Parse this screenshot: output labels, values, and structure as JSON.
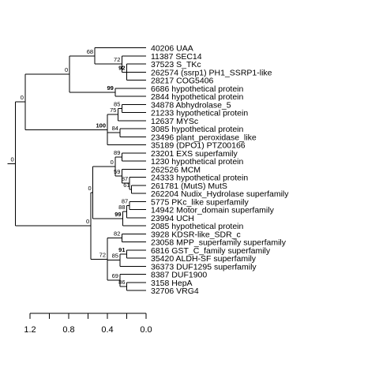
{
  "tree": {
    "leaves": [
      "40206 UAA",
      "11387 SEC14",
      "37523 S_TKc",
      "262574 (ssrp1) PH1_SSRP1-like",
      "28217 COG5406",
      "6686 hypothetical protein",
      "2844 hypothetical protein",
      "34878 Abhydrolase_5",
      "21233 hypothetical protein",
      "12637 MYSc",
      "3085 hypothetical protein",
      "23496 plant_peroxidase_like",
      "35189 (DPO1) PTZ00166",
      "23201 EXS superfamily",
      "1230 hypothetical protein",
      "262526 MCM",
      "24333 hypothetical protein",
      "261781 (MutS) MutS",
      "262204 Nudix_Hydrolase superfamily",
      "5775 PKc_like superfamily",
      "14942 Motor_domain superfamily",
      "23994 UCH",
      "2085 hypothetical protein",
      "3928 KDSR-like_SDR_c",
      "23058 MPP_superfamily superfamily",
      "6816 GST_C_family superfamily",
      "35420 ALDH-SF superfamily",
      "36373 DUF1295 superfamily",
      "8387 DUF1900",
      "3158 HepA",
      "32706 VRG4"
    ],
    "root": {
      "id": "root",
      "x": 1.35,
      "support": "0",
      "children": [
        {
          "id": "A",
          "x": 1.25,
          "support": "0",
          "children": [
            {
              "id": "A1",
              "x": 0.79,
              "support": "0",
              "children": [
                {
                  "id": "A1a",
                  "x": 0.53,
                  "support": "68",
                  "children": [
                    {
                      "leaf": 0,
                      "x": 0.0
                    },
                    {
                      "id": "A1a2",
                      "x": 0.25,
                      "support": "72",
                      "children": [
                        {
                          "leaf": 1,
                          "x": 0.0
                        },
                        {
                          "id": "A1a2b",
                          "x": 0.2,
                          "support": "92",
                          "bold": true,
                          "children": [
                            {
                              "leaf": 2,
                              "x": 0.0
                            },
                            {
                              "leaf": 3,
                              "x": 0.0
                            },
                            {
                              "leaf": 4,
                              "x": 0.0
                            }
                          ]
                        }
                      ]
                    }
                  ]
                },
                {
                  "id": "A1b",
                  "x": 0.32,
                  "support": "99",
                  "bold": true,
                  "children": [
                    {
                      "leaf": 5,
                      "x": 0.0
                    },
                    {
                      "leaf": 6,
                      "x": 0.0
                    }
                  ]
                }
              ]
            },
            {
              "id": "A2",
              "x": 0.4,
              "support": "100",
              "bold": true,
              "children": [
                {
                  "id": "A2a",
                  "x": 0.29,
                  "support": "75",
                  "children": [
                    {
                      "id": "A2a1",
                      "x": 0.25,
                      "support": "85",
                      "children": [
                        {
                          "leaf": 7,
                          "x": 0.0
                        },
                        {
                          "leaf": 8,
                          "x": 0.0
                        }
                      ]
                    },
                    {
                      "leaf": 9,
                      "x": 0.0
                    }
                  ]
                },
                {
                  "id": "A2b",
                  "x": 0.27,
                  "support": "84",
                  "children": [
                    {
                      "leaf": 10,
                      "x": 0.0
                    },
                    {
                      "leaf": 11,
                      "x": 0.0
                    }
                  ]
                },
                {
                  "leaf": 12,
                  "x": 0.0
                }
              ]
            }
          ]
        },
        {
          "id": "B",
          "x": 0.57,
          "support": "0",
          "children": [
            {
              "id": "B1",
              "x": 0.55,
              "support": "0",
              "children": [
                {
                  "id": "B1a",
                  "x": 0.32,
                  "support": "0",
                  "children": [
                    {
                      "id": "B1a1",
                      "x": 0.25,
                      "support": "89",
                      "children": [
                        {
                          "leaf": 13,
                          "x": 0.0
                        },
                        {
                          "leaf": 14,
                          "x": 0.0
                        }
                      ]
                    },
                    {
                      "id": "B1a2",
                      "x": 0.25,
                      "support": "59",
                      "children": [
                        {
                          "leaf": 15,
                          "x": 0.0
                        },
                        {
                          "id": "B1a2b",
                          "x": 0.17,
                          "support": "87",
                          "children": [
                            {
                              "leaf": 16,
                              "x": 0.0
                            },
                            {
                              "id": "B1a2b2",
                              "x": 0.15,
                              "support": "61",
                              "children": [
                                {
                                  "leaf": 17,
                                  "x": 0.0
                                },
                                {
                                  "leaf": 18,
                                  "x": 0.0
                                }
                              ]
                            }
                          ]
                        }
                      ]
                    }
                  ]
                },
                {
                  "id": "B1b",
                  "x": 0.24,
                  "support": "99",
                  "bold": true,
                  "children": [
                    {
                      "id": "B1b1",
                      "x": 0.2,
                      "support": "88",
                      "children": [
                        {
                          "id": "B1b1a",
                          "x": 0.17,
                          "support": "87",
                          "children": [
                            {
                              "leaf": 19,
                              "x": 0.0
                            },
                            {
                              "leaf": 20,
                              "x": 0.0
                            }
                          ]
                        },
                        {
                          "leaf": 21,
                          "x": 0.0
                        }
                      ]
                    },
                    {
                      "leaf": 22,
                      "x": 0.0
                    }
                  ]
                }
              ]
            },
            {
              "id": "B2",
              "x": 0.4,
              "support": "72",
              "children": [
                {
                  "id": "B2a",
                  "x": 0.25,
                  "support": "82",
                  "children": [
                    {
                      "leaf": 23,
                      "x": 0.0
                    },
                    {
                      "leaf": 24,
                      "x": 0.0
                    }
                  ]
                },
                {
                  "id": "B2b",
                  "x": 0.27,
                  "support": "85",
                  "children": [
                    {
                      "id": "B2b1",
                      "x": 0.2,
                      "support": "91",
                      "bold": true,
                      "children": [
                        {
                          "leaf": 25,
                          "x": 0.0
                        },
                        {
                          "leaf": 26,
                          "x": 0.0
                        }
                      ]
                    },
                    {
                      "leaf": 27,
                      "x": 0.0
                    }
                  ]
                },
                {
                  "id": "B2c",
                  "x": 0.27,
                  "support": "69",
                  "children": [
                    {
                      "leaf": 28,
                      "x": 0.0
                    },
                    {
                      "id": "B2c2",
                      "x": 0.2,
                      "support": "86",
                      "children": [
                        {
                          "leaf": 29,
                          "x": 0.0
                        },
                        {
                          "leaf": 30,
                          "x": 0.0
                        }
                      ]
                    }
                  ]
                }
              ]
            }
          ]
        }
      ]
    },
    "axis": {
      "ticks": [
        {
          "value": 1.2,
          "label": "1.2"
        },
        {
          "value": 1.0,
          "label": ""
        },
        {
          "value": 0.8,
          "label": "0.8"
        },
        {
          "value": 0.6,
          "label": ""
        },
        {
          "value": 0.4,
          "label": "0.4"
        },
        {
          "value": 0.2,
          "label": ""
        },
        {
          "value": 0.0,
          "label": "0.0"
        }
      ]
    }
  }
}
